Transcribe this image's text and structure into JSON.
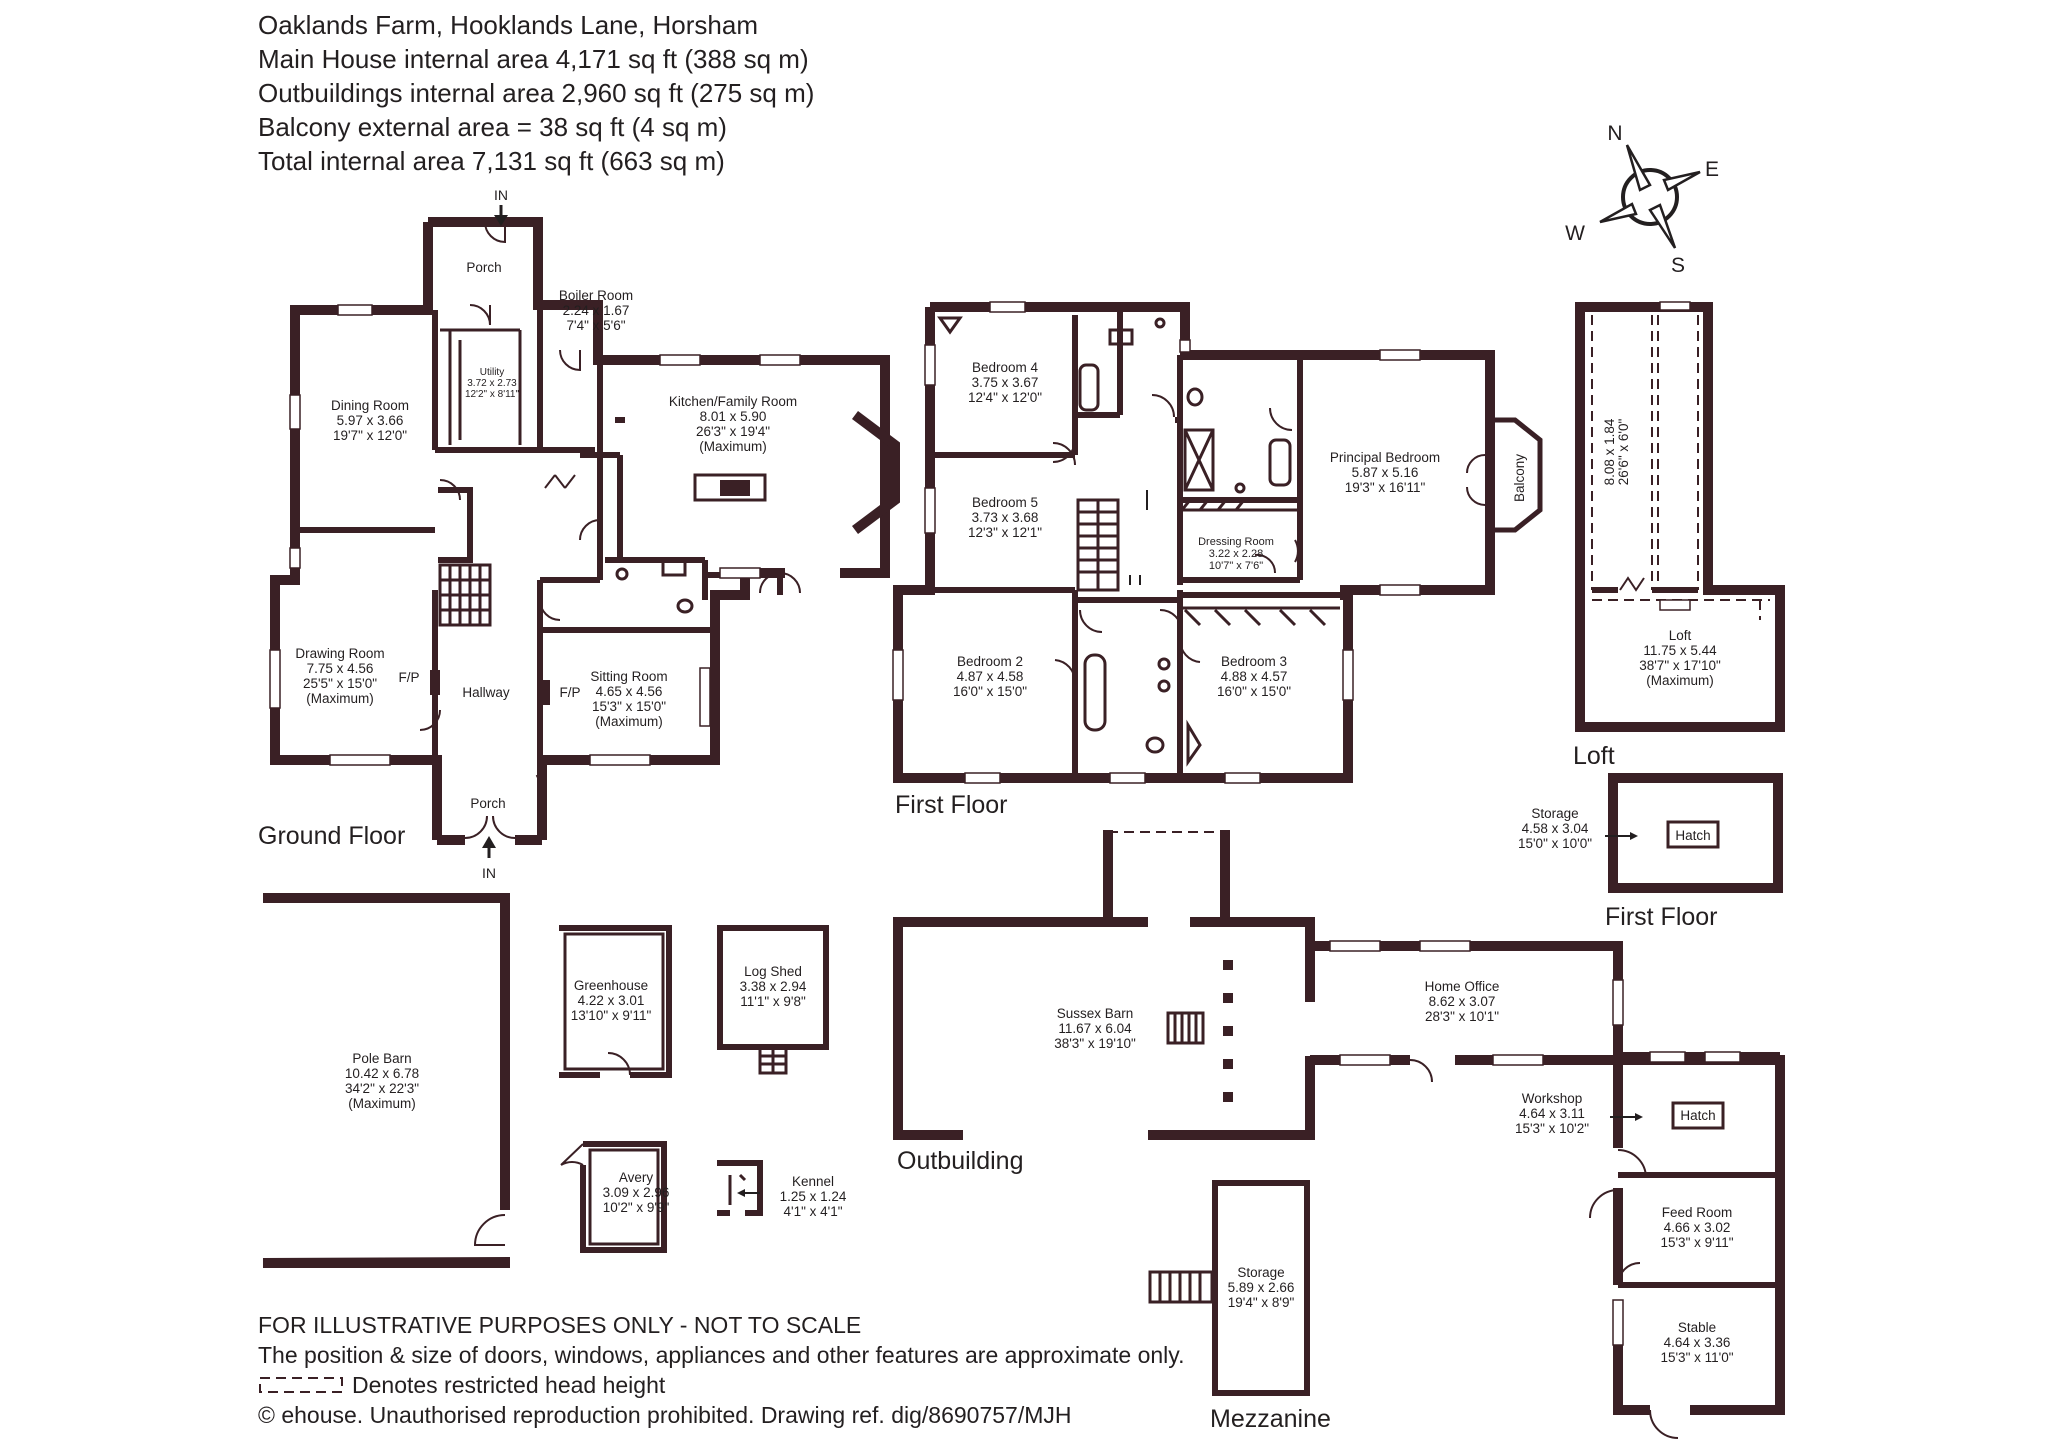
{
  "header": {
    "address": "Oaklands Farm, Hooklands Lane, Horsham",
    "main_house": "Main House internal area 4,171 sq ft (388 sq m)",
    "outbuildings": "Outbuildings internal area 2,960 sq ft (275 sq m)",
    "balcony": "Balcony external area = 38 sq ft (4 sq m)",
    "total": "Total internal area 7,131 sq ft (663 sq m)"
  },
  "compass": {
    "n": "N",
    "e": "E",
    "s": "S",
    "w": "W"
  },
  "levels": {
    "ground": "Ground Floor",
    "first": "First Floor",
    "loft": "Loft",
    "first_outbuilding": "First Floor",
    "outbuilding": "Outbuilding",
    "mezzanine": "Mezzanine"
  },
  "entrance": "IN",
  "fp": "F/P",
  "rooms": {
    "porch_top": {
      "name": "Porch"
    },
    "boiler": {
      "name": "Boiler Room",
      "m": "2.24 x 1.67",
      "ft": "7'4\" x 5'6\""
    },
    "utility": {
      "name": "Utility",
      "m": "3.72 x 2.73",
      "ft": "12'2\" x 8'11\""
    },
    "dining": {
      "name": "Dining Room",
      "m": "5.97 x 3.66",
      "ft": "19'7\" x 12'0\""
    },
    "kitchen": {
      "name": "Kitchen/Family Room",
      "m": "8.01 x 5.90",
      "ft": "26'3\" x 19'4\"",
      "note": "(Maximum)"
    },
    "drawing": {
      "name": "Drawing Room",
      "m": "7.75 x 4.56",
      "ft": "25'5\" x 15'0\"",
      "note": "(Maximum)"
    },
    "hallway": {
      "name": "Hallway"
    },
    "sitting": {
      "name": "Sitting Room",
      "m": "4.65 x 4.56",
      "ft": "15'3\" x 15'0\"",
      "note": "(Maximum)"
    },
    "porch_bottom": {
      "name": "Porch"
    },
    "bed4": {
      "name": "Bedroom 4",
      "m": "3.75 x 3.67",
      "ft": "12'4\" x 12'0\""
    },
    "bed5": {
      "name": "Bedroom 5",
      "m": "3.73 x 3.68",
      "ft": "12'3\" x 12'1\""
    },
    "principal": {
      "name": "Principal Bedroom",
      "m": "5.87 x 5.16",
      "ft": "19'3\" x 16'11\""
    },
    "balcony": {
      "name": "Balcony"
    },
    "dressing": {
      "name": "Dressing Room",
      "m": "3.22 x 2.28",
      "ft": "10'7\" x 7'6\""
    },
    "bed2": {
      "name": "Bedroom 2",
      "m": "4.87 x 4.58",
      "ft": "16'0\" x 15'0\""
    },
    "bed3": {
      "name": "Bedroom 3",
      "m": "4.88 x 4.57",
      "ft": "16'0\" x 15'0\""
    },
    "loft": {
      "name": "Loft",
      "m": "11.75 x 5.44",
      "ft": "38'7\" x 17'10\"",
      "note": "(Maximum)"
    },
    "loft_inner": {
      "m": "8.08 x 1.84",
      "ft": "26'6\" x 6'0\""
    },
    "storage_first": {
      "name": "Storage",
      "m": "4.58 x 3.04",
      "ft": "15'0\" x 10'0\""
    },
    "hatch_first": {
      "name": "Hatch"
    },
    "pole_barn": {
      "name": "Pole Barn",
      "m": "10.42 x 6.78",
      "ft": "34'2\" x 22'3\"",
      "note": "(Maximum)"
    },
    "greenhouse": {
      "name": "Greenhouse",
      "m": "4.22 x 3.01",
      "ft": "13'10\" x 9'11\""
    },
    "log_shed": {
      "name": "Log Shed",
      "m": "3.38 x 2.94",
      "ft": "11'1\" x 9'8\""
    },
    "sussex_barn": {
      "name": "Sussex Barn",
      "m": "11.67 x 6.04",
      "ft": "38'3\" x 19'10\""
    },
    "home_office": {
      "name": "Home Office",
      "m": "8.62 x 3.07",
      "ft": "28'3\" x 10'1\""
    },
    "workshop": {
      "name": "Workshop",
      "m": "4.64 x 3.11",
      "ft": "15'3\" x 10'2\""
    },
    "hatch_workshop": {
      "name": "Hatch"
    },
    "feed": {
      "name": "Feed Room",
      "m": "4.66 x 3.02",
      "ft": "15'3\" x 9'11\""
    },
    "stable": {
      "name": "Stable",
      "m": "4.64 x 3.36",
      "ft": "15'3\" x 11'0\""
    },
    "avery": {
      "name": "Avery",
      "m": "3.09 x 2.96",
      "ft": "10'2\" x 9'9\""
    },
    "kennel": {
      "name": "Kennel",
      "m": "1.25 x 1.24",
      "ft": "4'1\" x 4'1\""
    },
    "storage_mezz": {
      "name": "Storage",
      "m": "5.89 x 2.66",
      "ft": "19'4\" x 8'9\""
    }
  },
  "footer": {
    "disclaimer": "FOR ILLUSTRATIVE PURPOSES ONLY - NOT TO SCALE",
    "position_note": "The position & size of doors, windows, appliances and other features are approximate only.",
    "restricted_note": "Denotes restricted head height",
    "copyright": "© ehouse. Unauthorised reproduction prohibited. Drawing ref. dig/8690757/MJH"
  }
}
